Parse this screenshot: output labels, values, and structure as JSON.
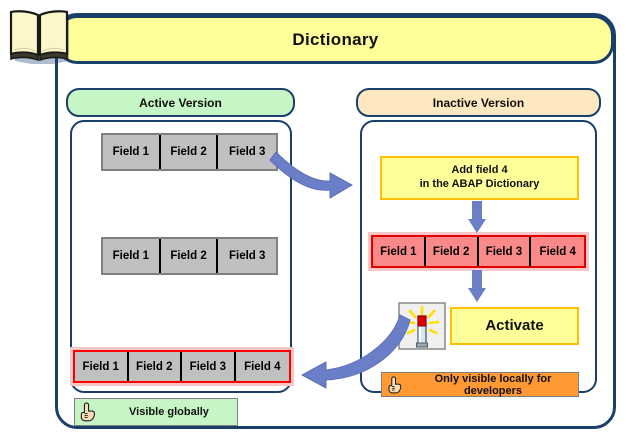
{
  "title": {
    "text": "Dictionary",
    "icon": "open-book-icon"
  },
  "panels": {
    "active": {
      "header": "Active Version",
      "header_color": "#c6f5c6",
      "tables": [
        {
          "id": "active-table-top",
          "style": "gray",
          "fields": [
            "Field 1",
            "Field 2",
            "Field 3"
          ]
        },
        {
          "id": "active-table-middle",
          "style": "gray",
          "fields": [
            "Field 1",
            "Field 2",
            "Field 3"
          ]
        },
        {
          "id": "active-table-bottom",
          "style": "gray-red-outline",
          "fields": [
            "Field 1",
            "Field 2",
            "Field 3",
            "Field 4"
          ]
        }
      ],
      "legend": {
        "text": "Visible globally",
        "icon": "pointing-hand-icon",
        "color": "#c6f5c6"
      }
    },
    "inactive": {
      "header": "Inactive Version",
      "header_color": "#fde8c0",
      "add_field_box": {
        "line1": "Add field 4",
        "line2": "in the ABAP Dictionary",
        "color": "#ffff99"
      },
      "table": {
        "id": "inactive-table",
        "style": "red",
        "fields": [
          "Field 1",
          "Field 2",
          "Field 3",
          "Field 4"
        ]
      },
      "activate_box": {
        "label": "Activate",
        "icon": "activate-flash-icon",
        "color": "#ffff99"
      },
      "legend": {
        "text": "Only visible locally for developers",
        "icon": "pointing-hand-icon",
        "color": "#ff9933"
      }
    }
  },
  "arrows": [
    {
      "id": "arrow-active-to-add-field",
      "type": "curved",
      "direction": "right",
      "color": "#6a7fc8"
    },
    {
      "id": "arrow-add-field-to-table",
      "type": "straight",
      "direction": "down",
      "color": "#6a7fc8"
    },
    {
      "id": "arrow-table-to-activate",
      "type": "straight",
      "direction": "down",
      "color": "#6a7fc8"
    },
    {
      "id": "arrow-activate-to-active",
      "type": "curved",
      "direction": "left",
      "color": "#6a7fc8"
    }
  ],
  "colors": {
    "frame": "#1b3f6b",
    "title_bg": "#ffff99",
    "active_bg": "#c6f5c6",
    "inactive_bg": "#fde8c0",
    "arrow": "#6a7fc8",
    "gray_cell": "#c0c0c0",
    "red_cell": "#fa8a8a",
    "orange_legend": "#ff9933"
  }
}
